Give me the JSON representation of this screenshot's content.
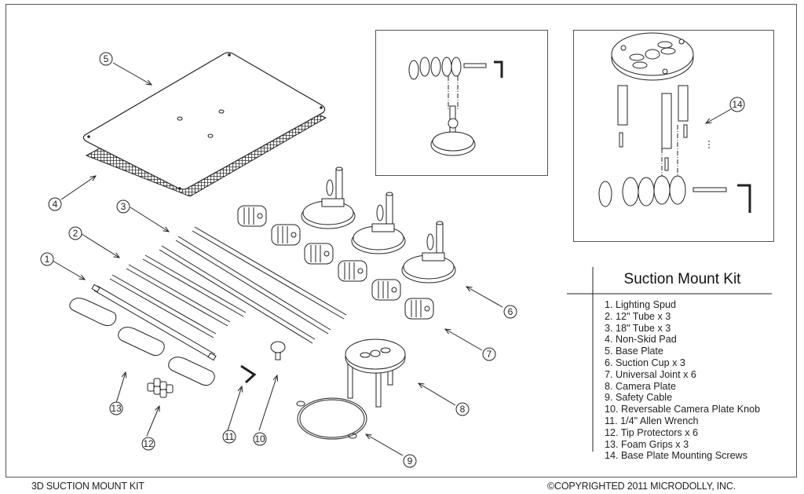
{
  "document": {
    "title": "3D SUCTION MOUNT KIT",
    "copyright": "©COPYRIGHTED  2011 MICRODOLLY, INC."
  },
  "legend": {
    "title": "Suction Mount Kit",
    "items": [
      {
        "num": "1",
        "label": "1. Lighting Spud"
      },
      {
        "num": "2",
        "label": "2. 12\" Tube x 3"
      },
      {
        "num": "3",
        "label": "3. 18\" Tube x 3"
      },
      {
        "num": "4",
        "label": "4. Non-Skid Pad"
      },
      {
        "num": "5",
        "label": "5. Base Plate"
      },
      {
        "num": "6",
        "label": "6. Suction Cup x 3"
      },
      {
        "num": "7",
        "label": "7. Universal Joint x 6"
      },
      {
        "num": "8",
        "label": "8. Camera Plate"
      },
      {
        "num": "9",
        "label": "9. Safety Cable"
      },
      {
        "num": "10",
        "label": "10. Reversable Camera Plate Knob"
      },
      {
        "num": "11",
        "label": "11. 1/4\" Allen Wrench"
      },
      {
        "num": "12",
        "label": "12. Tip Protectors x 6"
      },
      {
        "num": "13",
        "label": "13. Foam Grips x 3"
      },
      {
        "num": "14",
        "label": "14. Base Plate Mounting Screws"
      }
    ]
  },
  "callouts": {
    "c1": "1",
    "c2": "2",
    "c3": "3",
    "c4": "4",
    "c5": "5",
    "c6": "6",
    "c7": "7",
    "c8": "8",
    "c9": "9",
    "c10": "10",
    "c11": "11",
    "c12": "12",
    "c13": "13",
    "c14": "14"
  },
  "insets": [
    {
      "name": "suction-cup-assembly-detail"
    },
    {
      "name": "camera-plate-assembly-detail"
    }
  ]
}
